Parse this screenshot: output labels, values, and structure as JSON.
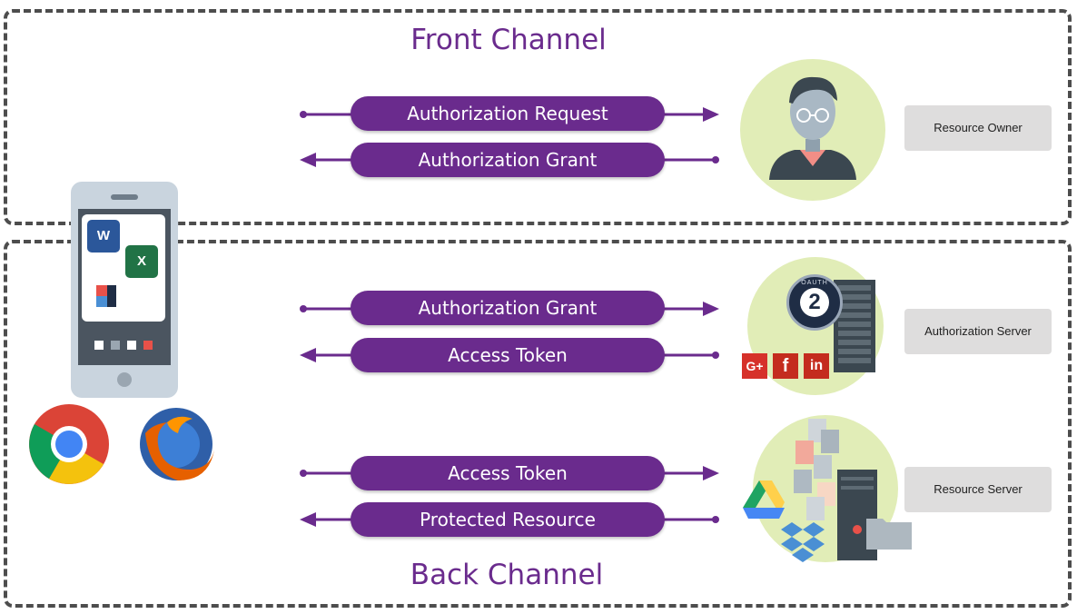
{
  "front_channel": {
    "title": "Front Channel",
    "messages": [
      {
        "label": "Authorization Request",
        "direction": "right"
      },
      {
        "label": "Authorization Grant",
        "direction": "left"
      }
    ],
    "actor_label": "Resource Owner"
  },
  "back_channel": {
    "title": "Back Channel",
    "messages": [
      {
        "label": "Authorization Grant",
        "direction": "right"
      },
      {
        "label": "Access Token",
        "direction": "left"
      },
      {
        "label": "Access Token",
        "direction": "right"
      },
      {
        "label": "Protected Resource",
        "direction": "left"
      }
    ],
    "auth_server_label": "Authorization Server",
    "resource_server_label": "Resource  Server"
  },
  "oauth_badge": {
    "top_text": "OAUTH",
    "number": "2"
  },
  "social_icons": [
    "G+",
    "f",
    "in"
  ],
  "colors": {
    "accent": "#6a2b8d",
    "circle": "#e1edb7",
    "border": "#4d4d4d",
    "label_bg": "#dedddd"
  }
}
